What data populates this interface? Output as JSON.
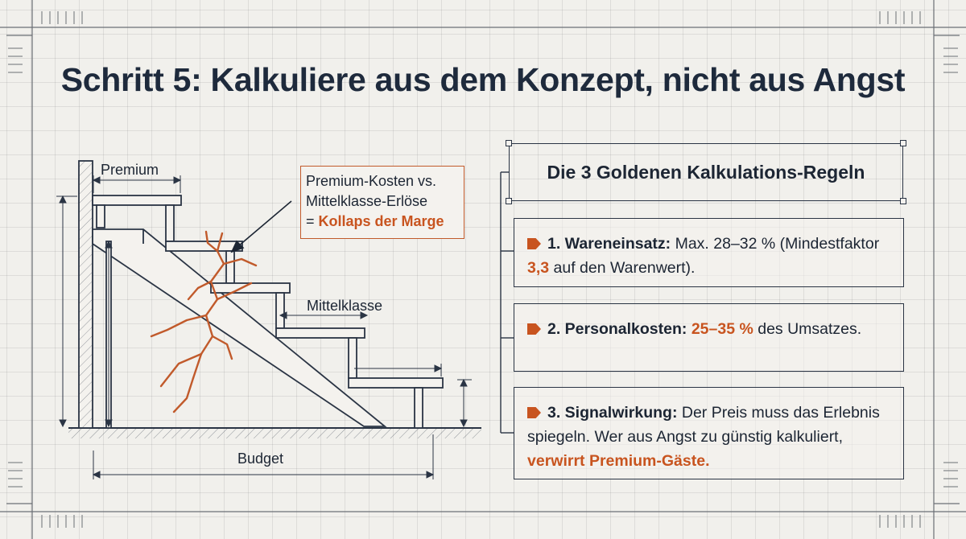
{
  "title": "Schritt 5: Kalkuliere aus dem Konzept, nicht aus Angst",
  "diagram": {
    "label_premium": "Premium",
    "label_mittelklasse": "Mittelklasse",
    "label_budget": "Budget",
    "callout": {
      "line1": "Premium-Kosten vs.",
      "line2": "Mittelklasse-Erlöse",
      "line3_prefix": "= ",
      "line3_accent": "Kollaps der Marge"
    }
  },
  "rules": {
    "heading": "Die 3 Goldenen Kalkulations-Regeln",
    "items": [
      {
        "label": "1. Wareneinsatz:",
        "text_a": " Max. 28–32 % (Mindestfaktor ",
        "accent": "3,3",
        "text_b": " auf den Warenwert)."
      },
      {
        "label": "2. Personalkosten:",
        "text_a": " ",
        "accent": "25–35 %",
        "text_b": " des Umsatzes."
      },
      {
        "label": "3. Signalwirkung:",
        "text_a": " Der Preis muss das Erlebnis spiegeln. Wer aus Angst zu günstig kalkuliert, ",
        "accent": "verwirrt Premium-Gäste.",
        "text_b": ""
      }
    ]
  },
  "colors": {
    "accent": "#c8541f",
    "ink": "#1c2533",
    "background": "#f1f0ec"
  }
}
